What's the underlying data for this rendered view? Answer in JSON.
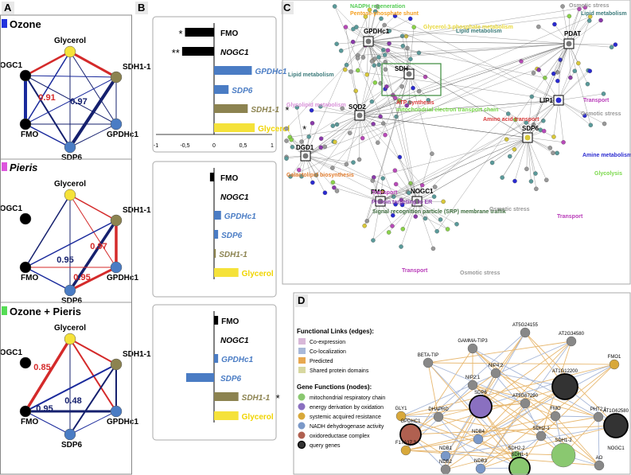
{
  "panels": {
    "A": "A",
    "B": "B",
    "C": "C",
    "D": "D"
  },
  "colors": {
    "ozone": "#2233dd",
    "pieris": "#dd55dd",
    "ozone_pieris": "#55dd55",
    "red": "#d42a2a",
    "blue": "#1a2a9c",
    "navy": "#15206e",
    "glycerol": "#f5e23a",
    "sdh": "#8c8350",
    "gpdh": "#4a7cc4",
    "black": "#000000"
  },
  "panelA": {
    "conditions": [
      "Ozone",
      "Pieris",
      "Ozone + Pieris"
    ],
    "node_labels": {
      "glycerol": "Glycerol",
      "nogc1": "NOGC1",
      "sdh": "SDH1-1",
      "fmo": "FMO",
      "gpdh": "GPDHc1",
      "sdp6": "SDP6"
    },
    "ozone_values": {
      "a": "0.91",
      "b": "0.97"
    },
    "pieris_values": {
      "a": "0.97",
      "b": "0.95",
      "c": "0.95"
    },
    "ozone_pieris_values": {
      "a": "0.85",
      "b": "0.48",
      "c": "0.95"
    }
  },
  "chart_data": [
    {
      "type": "bar",
      "orientation": "horizontal",
      "condition": "Ozone",
      "categories": [
        "FMO",
        "NOGC1",
        "GPDHc1",
        "SDP6",
        "SDH1-1",
        "Glycerol"
      ],
      "values": [
        -0.5,
        -0.55,
        0.65,
        0.25,
        0.58,
        0.7
      ],
      "significance": [
        "*",
        "**",
        "",
        "",
        "*",
        "*"
      ],
      "xlim": [
        -1,
        1
      ],
      "xticks": [
        "-1",
        "-0,5",
        "0",
        "0,5",
        "1"
      ]
    },
    {
      "type": "bar",
      "orientation": "horizontal",
      "condition": "Pieris",
      "categories": [
        "FMO",
        "NOGC1",
        "GPDHc1",
        "SDP6",
        "SDH1-1",
        "Glycerol"
      ],
      "values": [
        -0.07,
        0,
        0.12,
        0.07,
        0.03,
        0.42
      ],
      "significance": [
        "",
        "",
        "",
        "",
        "",
        ""
      ],
      "xlim": [
        -1,
        1
      ],
      "xticks": [
        "-1",
        "-0,5",
        "0",
        "0,5",
        "1"
      ]
    },
    {
      "type": "bar",
      "orientation": "horizontal",
      "condition": "Ozone + Pieris",
      "categories": [
        "FMO",
        "NOGC1",
        "GPDHc1",
        "SDP6",
        "SDH1-1",
        "Glycerol"
      ],
      "values": [
        0.07,
        0,
        0.07,
        -0.48,
        0.42,
        0.42
      ],
      "significance": [
        "",
        "",
        "",
        "",
        "*",
        ""
      ],
      "xlim": [
        -1,
        1
      ],
      "xticks": [
        "-1",
        "-0,5",
        "0",
        "0,5",
        "1"
      ]
    }
  ],
  "panelC": {
    "hubs": [
      "GPDHc1",
      "PDAT",
      "SDH",
      "LIP1",
      "SQD2",
      "SDP6",
      "DGD1",
      "FMO",
      "NOGC1"
    ],
    "annotations": [
      "NADPH regeneration",
      "Pentose-phosphate shunt",
      "Lipid metabolism",
      "Osmotic stress",
      "Lipid metabolism",
      "Glycerol-3-phosphate metabolism",
      "Lipid metabolism",
      "Glycolipid metabolism",
      "ATP synthesis",
      "mitochondrial electron transport chain",
      "Transport",
      "Osmotic stress",
      "Amino acid transport",
      "Amine metabolism",
      "Glycolysis",
      "Galactolipid biosynthesis",
      "Transport",
      "Protein targeting to ER",
      "Signal recognition particle (SRP) membrane traffik",
      "Osmotic stress",
      "Transport",
      "Transport",
      "Osmotic stress"
    ]
  },
  "panelD": {
    "edge_legend_title": "Functional Links (edges):",
    "edge_legend": [
      "Co-expression",
      "Co-localization",
      "Predicted",
      "Shared protein domains"
    ],
    "node_legend_title": "Gene Functions (nodes):",
    "node_legend": [
      "mitochondrial respiratory chain",
      "energy derivation by oxidation",
      "systemic acquired resistance",
      "NADH dehydrogenase activity",
      "oxidoreductase complex",
      "query genes"
    ],
    "genes": [
      "AT5G24155",
      "AT2G34580",
      "GAMMA-TIP3",
      "BETA-TIP",
      "NIP4;2",
      "FMO1",
      "NIP2;1",
      "SDP6",
      "AT1G12200",
      "AT5G67290",
      "PHT2;1",
      "GLY1",
      "GPDHC1",
      "DHAPRD",
      "FMO",
      "SDH2-1",
      "AT1G62580",
      "NOGC1",
      "F17A17.3",
      "NDB4",
      "NDB1",
      "SDH2-2",
      "SDH1-2",
      "NDB3",
      "NDB2",
      "SDH1-1",
      "AO"
    ]
  }
}
